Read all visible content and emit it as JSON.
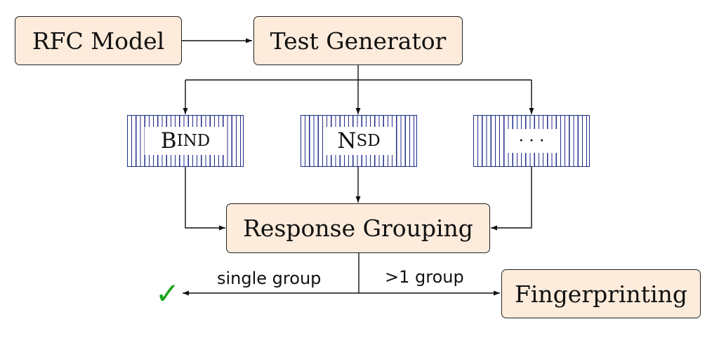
{
  "nodes": {
    "rfc_model": "RFC Model",
    "test_generator": "Test Generator",
    "response_grouping": "Response Grouping",
    "fingerprinting": "Fingerprinting"
  },
  "implementations": [
    {
      "first": "B",
      "rest": "IND"
    },
    {
      "first": "N",
      "rest": "SD"
    },
    {
      "first": "",
      "rest": "· · ·"
    }
  ],
  "edges": {
    "single_group": "single group",
    "multi_group": ">1 group"
  },
  "result": {
    "check_symbol": "✓",
    "check_color": "#1aa51a"
  },
  "colors": {
    "box_fill": "#fdebdb",
    "impl_stripe": "#1f2d8a"
  }
}
